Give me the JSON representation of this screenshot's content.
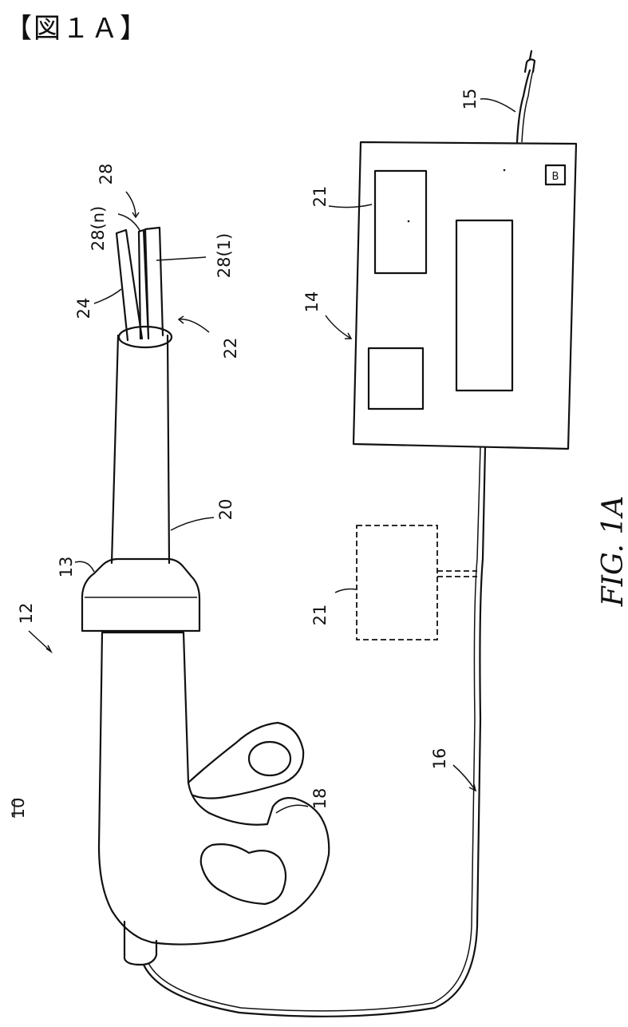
{
  "header": {
    "text": "【図１Ａ】"
  },
  "caption": "FIG. 1A",
  "labels": {
    "system": "10",
    "device": "12",
    "collar": "13",
    "console": "14",
    "power_cord": "15",
    "cable": "16",
    "trigger": "18",
    "shaft": "20",
    "tip": "22",
    "wire": "24",
    "array": "28",
    "array_n": "28(n)",
    "array_1": "28(1)",
    "panel": "21",
    "panel_alt": "21"
  },
  "console_button": {
    "label": "B"
  }
}
